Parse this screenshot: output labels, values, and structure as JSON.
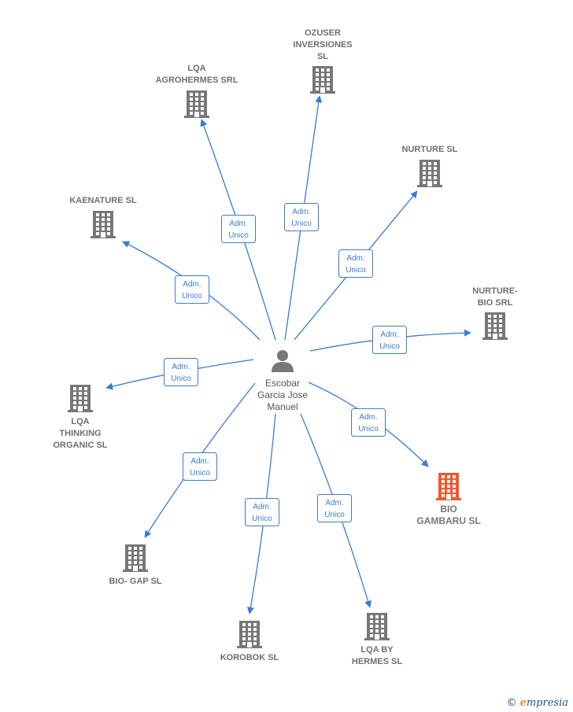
{
  "center": {
    "name_lines": [
      "Escobar",
      "Garcia Jose",
      "Manuel"
    ]
  },
  "colors": {
    "edge": "#3a7bd5",
    "company": "#777777",
    "highlight_company": "#f0592b",
    "person": "#777777"
  },
  "edge_label": [
    "Adm.",
    "Unico"
  ],
  "companies": [
    {
      "id": "ozuser",
      "lines": [
        "OZUSER",
        "INVERSIONES",
        "SL"
      ],
      "highlight": false
    },
    {
      "id": "lqa-agrohermes",
      "lines": [
        "LQA",
        "AGROHERMES SRL"
      ],
      "highlight": false
    },
    {
      "id": "nurture",
      "lines": [
        "NURTURE SL"
      ],
      "highlight": false
    },
    {
      "id": "kaenature",
      "lines": [
        "KAENATURE SL"
      ],
      "highlight": false
    },
    {
      "id": "nurture-bio",
      "lines": [
        "NURTURE-",
        "BIO SRL"
      ],
      "highlight": false
    },
    {
      "id": "lqa-thinking",
      "lines": [
        "LQA",
        "THINKING",
        "ORGANIC SL"
      ],
      "highlight": false
    },
    {
      "id": "bio-gambaru",
      "lines": [
        "BIO",
        "GAMBARU  SL"
      ],
      "highlight": true
    },
    {
      "id": "bio-gap",
      "lines": [
        "BIO- GAP SL"
      ],
      "highlight": false
    },
    {
      "id": "korobok",
      "lines": [
        "KOROBOK SL"
      ],
      "highlight": false
    },
    {
      "id": "lqa-by-hermes",
      "lines": [
        "LQA BY",
        "HERMES  SL"
      ],
      "highlight": false
    }
  ],
  "brand": {
    "copyright": "©",
    "initial": "e",
    "rest": "mpresia"
  }
}
